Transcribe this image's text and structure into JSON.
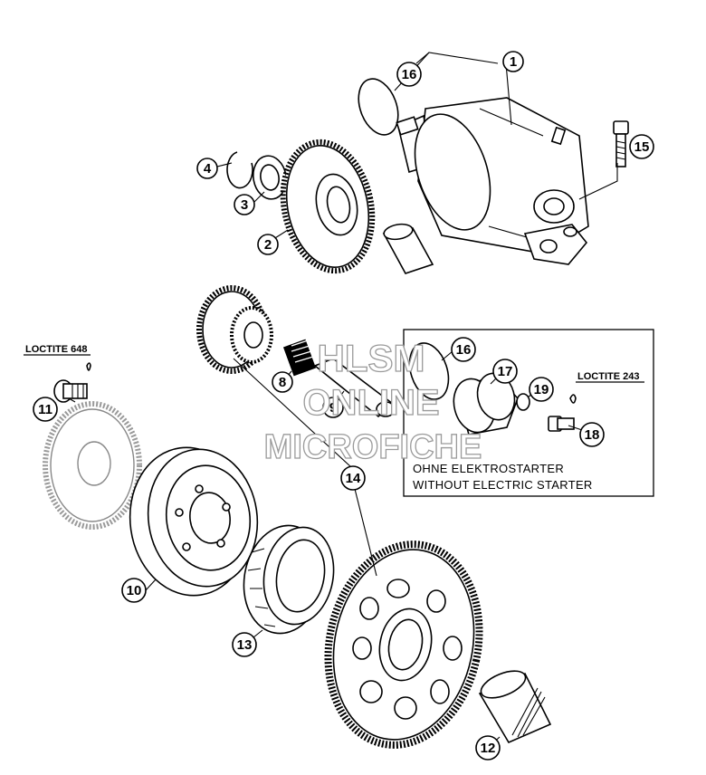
{
  "callouts": [
    "1",
    "2",
    "3",
    "4",
    "8",
    "9",
    "10",
    "11",
    "12",
    "13",
    "14",
    "15",
    "16",
    "16",
    "17",
    "18",
    "19"
  ],
  "labels": {
    "loctite_648": "LOCTITE 648",
    "loctite_243": "LOCTITE 243",
    "box_line1": "OHNE ELEKTROSTARTER",
    "box_line2": "WITHOUT ELECTRIC STARTER"
  },
  "watermark": {
    "line1": "HLSM",
    "line2": "ONLINE",
    "line3": "MICROFICHE"
  }
}
